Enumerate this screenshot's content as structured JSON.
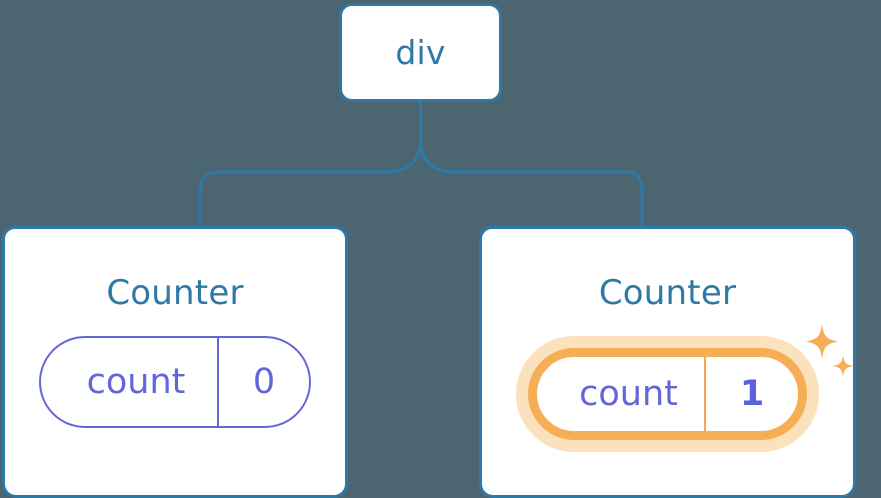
{
  "diagram": {
    "type": "component-tree",
    "background_color": "#4b6671",
    "node_border_color": "#2e79a6",
    "node_text_color": "#2e79a6",
    "state_color": "#6366d8",
    "highlight_color": "#f5ae54",
    "highlight_glow_color": "#fce0b8",
    "connector_color": "#2e79a6"
  },
  "root": {
    "label": "div"
  },
  "children": [
    {
      "label": "Counter",
      "state": {
        "key": "count",
        "value": "0"
      },
      "highlighted": false
    },
    {
      "label": "Counter",
      "state": {
        "key": "count",
        "value": "1"
      },
      "highlighted": true,
      "sparkle_icons": [
        "sparkle-large",
        "sparkle-small"
      ]
    }
  ]
}
